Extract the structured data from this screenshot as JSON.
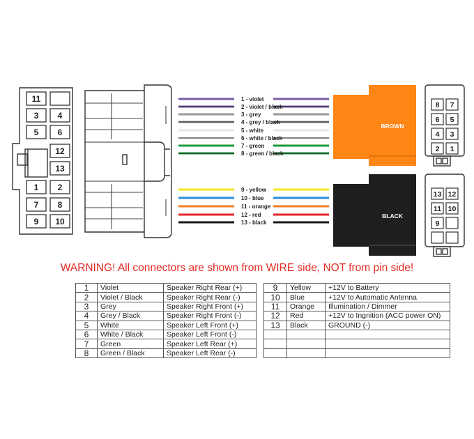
{
  "left_connector": {
    "rows": [
      [
        "11",
        ""
      ],
      [
        "3",
        "4"
      ],
      [
        "5",
        "6"
      ],
      [
        "",
        "12"
      ],
      [
        "",
        "13"
      ],
      [
        "1",
        "2"
      ],
      [
        "7",
        "8"
      ],
      [
        "9",
        "10"
      ]
    ]
  },
  "wires": [
    {
      "label": "1 - violet",
      "color": "#7a5ba6"
    },
    {
      "label": "2 - violet / black",
      "color": "#7a5ba6",
      "stripe": "#222222"
    },
    {
      "label": "3 - grey",
      "color": "#9a9a9a"
    },
    {
      "label": "4 - grey / black",
      "color": "#9a9a9a",
      "stripe": "#222222"
    },
    {
      "label": "5 - white",
      "color": "#e6e6e6"
    },
    {
      "label": "6 - white / black",
      "color": "#e6e6e6",
      "stripe": "#222222"
    },
    {
      "label": "7 - green",
      "color": "#1a9b3a"
    },
    {
      "label": "8 - green / black",
      "color": "#1a9b3a",
      "stripe": "#222222"
    },
    {
      "label": "9 - yellow",
      "color": "#f2e81c"
    },
    {
      "label": "10 - blue",
      "color": "#2a8fd6"
    },
    {
      "label": "11 - orange",
      "color": "#f07d22"
    },
    {
      "label": "12 - red",
      "color": "#e3262b"
    },
    {
      "label": "13 - black",
      "color": "#1a1a1a"
    }
  ],
  "connectors": {
    "brown": {
      "label": "BROWN",
      "color": "#ff8514",
      "pins": [
        [
          "8",
          "7"
        ],
        [
          "6",
          "5"
        ],
        [
          "4",
          "3"
        ],
        [
          "2",
          "1"
        ]
      ]
    },
    "black": {
      "label": "BLACK",
      "color": "#1f1f1f",
      "pins": [
        [
          "13",
          "12"
        ],
        [
          "11",
          "10"
        ],
        [
          "9",
          ""
        ],
        [
          "",
          ""
        ]
      ]
    }
  },
  "warning": "WARNING! All connectors are shown from WIRE side, NOT from pin side!",
  "legend": {
    "left": [
      {
        "num": "1",
        "color": "Violet",
        "func": "Speaker Right Rear (+)"
      },
      {
        "num": "2",
        "color": "Violet / Black",
        "func": "Speaker Right Rear (-)"
      },
      {
        "num": "3",
        "color": "Grey",
        "func": "Speaker Right Front (+)"
      },
      {
        "num": "4",
        "color": "Grey / Black",
        "func": "Speaker Right Front (-)"
      },
      {
        "num": "5",
        "color": "White",
        "func": "Speaker Left Front (+)"
      },
      {
        "num": "6",
        "color": "White / Black",
        "func": "Speaker Left Front (-)"
      },
      {
        "num": "7",
        "color": "Green",
        "func": "Speaker Left Rear (+)"
      },
      {
        "num": "8",
        "color": "Green / Black",
        "func": "Speaker Left Rear (-)"
      }
    ],
    "right": [
      {
        "num": "9",
        "color": "Yellow",
        "func": "+12V to Battery"
      },
      {
        "num": "10",
        "color": "Blue",
        "func": "+12V to Automatic Antenna"
      },
      {
        "num": "11",
        "color": "Orange",
        "func": "Illumination / Dimmer"
      },
      {
        "num": "12",
        "color": "Red",
        "func": "+12V to Ingnition (ACC power ON)"
      },
      {
        "num": "13",
        "color": "Black",
        "func": "GROUND (-)"
      },
      {
        "num": "",
        "color": "",
        "func": ""
      },
      {
        "num": "",
        "color": "",
        "func": ""
      },
      {
        "num": "",
        "color": "",
        "func": ""
      }
    ]
  }
}
